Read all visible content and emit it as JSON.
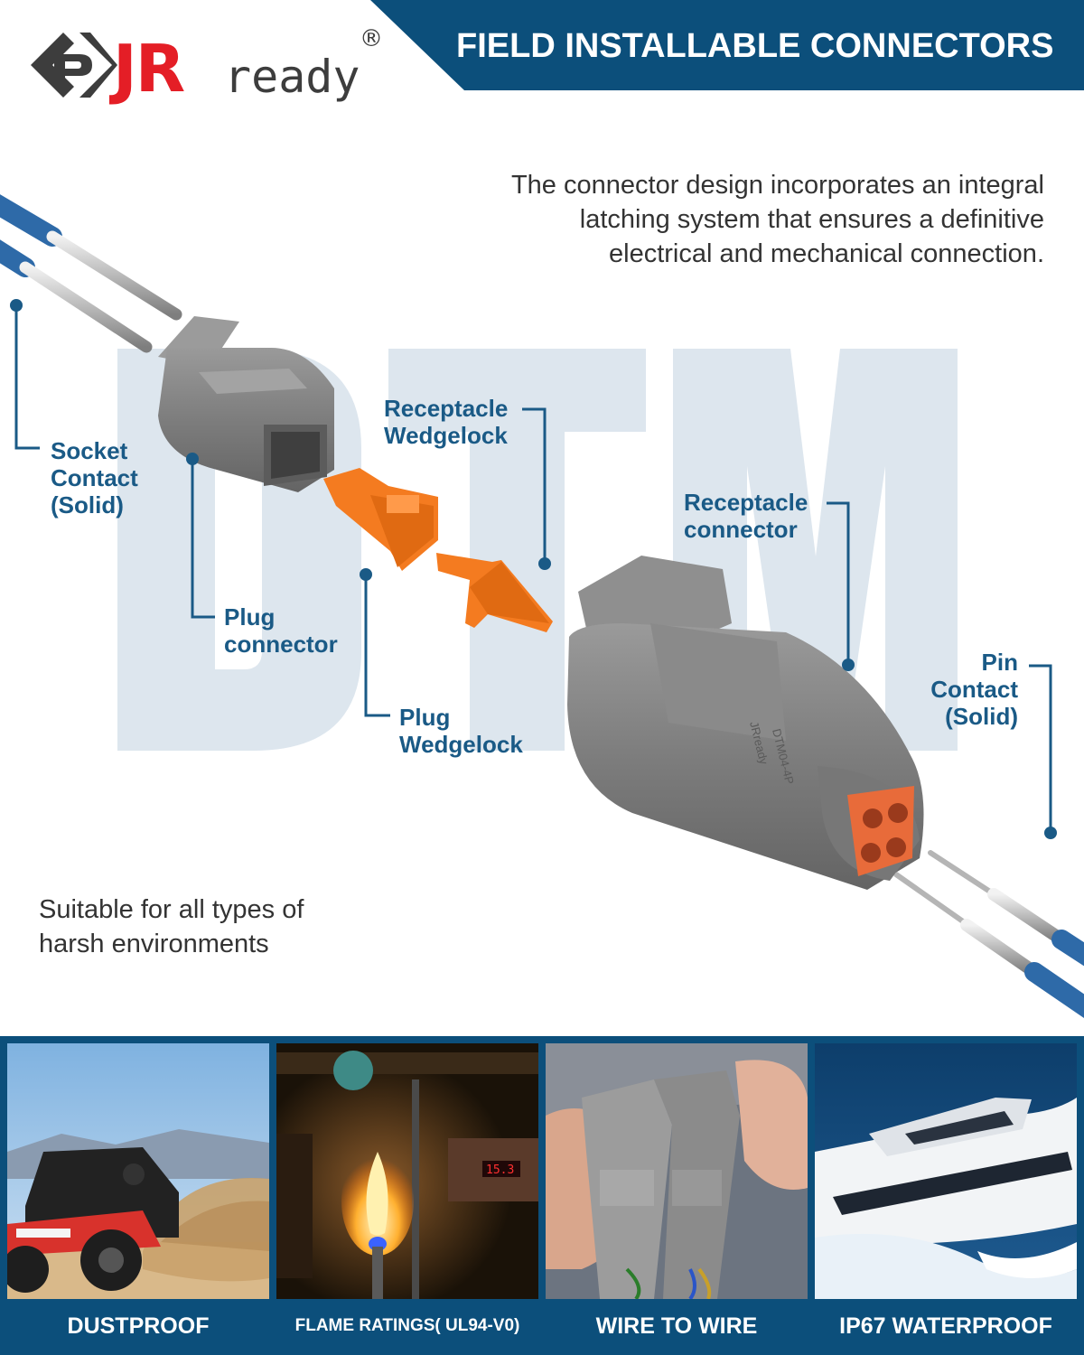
{
  "brand": {
    "logo_letters": "JR",
    "logo_suffix": "ready",
    "registered_mark": "®",
    "colors": {
      "red": "#e41e26",
      "dark": "#3d3d3d"
    }
  },
  "header": {
    "banner_title": "FIELD INSTALLABLE CONNECTORS",
    "banner_color": "#0c4f7b"
  },
  "description": {
    "lines": [
      "The connector design incorporates an integral",
      "latching system that ensures a definitive",
      "electrical and mechanical connection."
    ]
  },
  "watermark": {
    "text": "DTM",
    "color": "#dde6ee"
  },
  "labels": {
    "socket_contact": [
      "Socket",
      "Contact",
      "(Solid)"
    ],
    "plug_connector": [
      "Plug",
      "connector"
    ],
    "receptacle_wedgelock": [
      "Receptacle",
      "Wedgelock"
    ],
    "plug_wedgelock": [
      "Plug",
      "Wedgelock"
    ],
    "receptacle_connector": [
      "Receptacle",
      "connector"
    ],
    "pin_contact": [
      "Pin",
      "Contact",
      "(Solid)"
    ],
    "color": "#1a5a86"
  },
  "product_markings": [
    "JRready",
    "DTM04-4P"
  ],
  "environment_note": [
    "Suitable for all types of",
    "harsh environments"
  ],
  "features": [
    {
      "caption": "DUSTPROOF",
      "icon": "utv-dust-photo"
    },
    {
      "caption": "FLAME RATINGS( UL94-V0)",
      "icon": "flame-test-photo",
      "display_reading": "15.3"
    },
    {
      "caption": "WIRE TO WIRE",
      "icon": "connector-hand-photo"
    },
    {
      "caption": "IP67 WATERPROOF",
      "icon": "yacht-photo"
    }
  ]
}
